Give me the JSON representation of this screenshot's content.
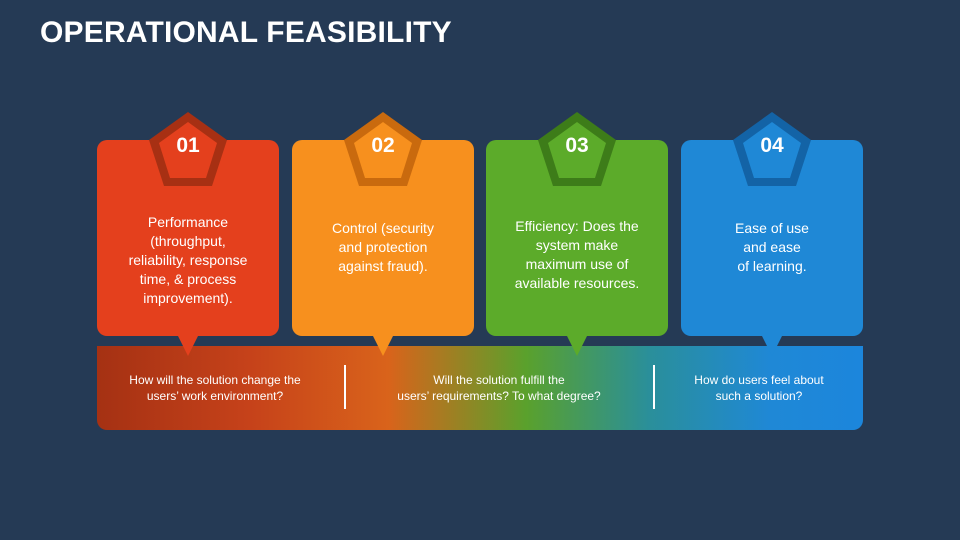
{
  "title": "OPERATIONAL FEASIBILITY",
  "colors": {
    "background": "#253a55",
    "card1": "#e4401d",
    "card2": "#f7901e",
    "card3": "#5cab2a",
    "card4": "#1f88d6"
  },
  "cards": [
    {
      "number": "01",
      "text": "Performance\n(throughput,\nreliability, response\ntime, & process\nimprovement)."
    },
    {
      "number": "02",
      "text": "Control (security\nand protection\nagainst fraud)."
    },
    {
      "number": "03",
      "text": "Efficiency: Does the\nsystem make\nmaximum use of\navailable resources."
    },
    {
      "number": "04",
      "text": "Ease of use\nand ease\nof learning."
    }
  ],
  "questions": [
    "How will the solution change the\nusers’ work environment?",
    "Will the solution fulfill the\nusers’  requirements? To what degree?",
    "How do users feel about\nsuch a solution?"
  ]
}
